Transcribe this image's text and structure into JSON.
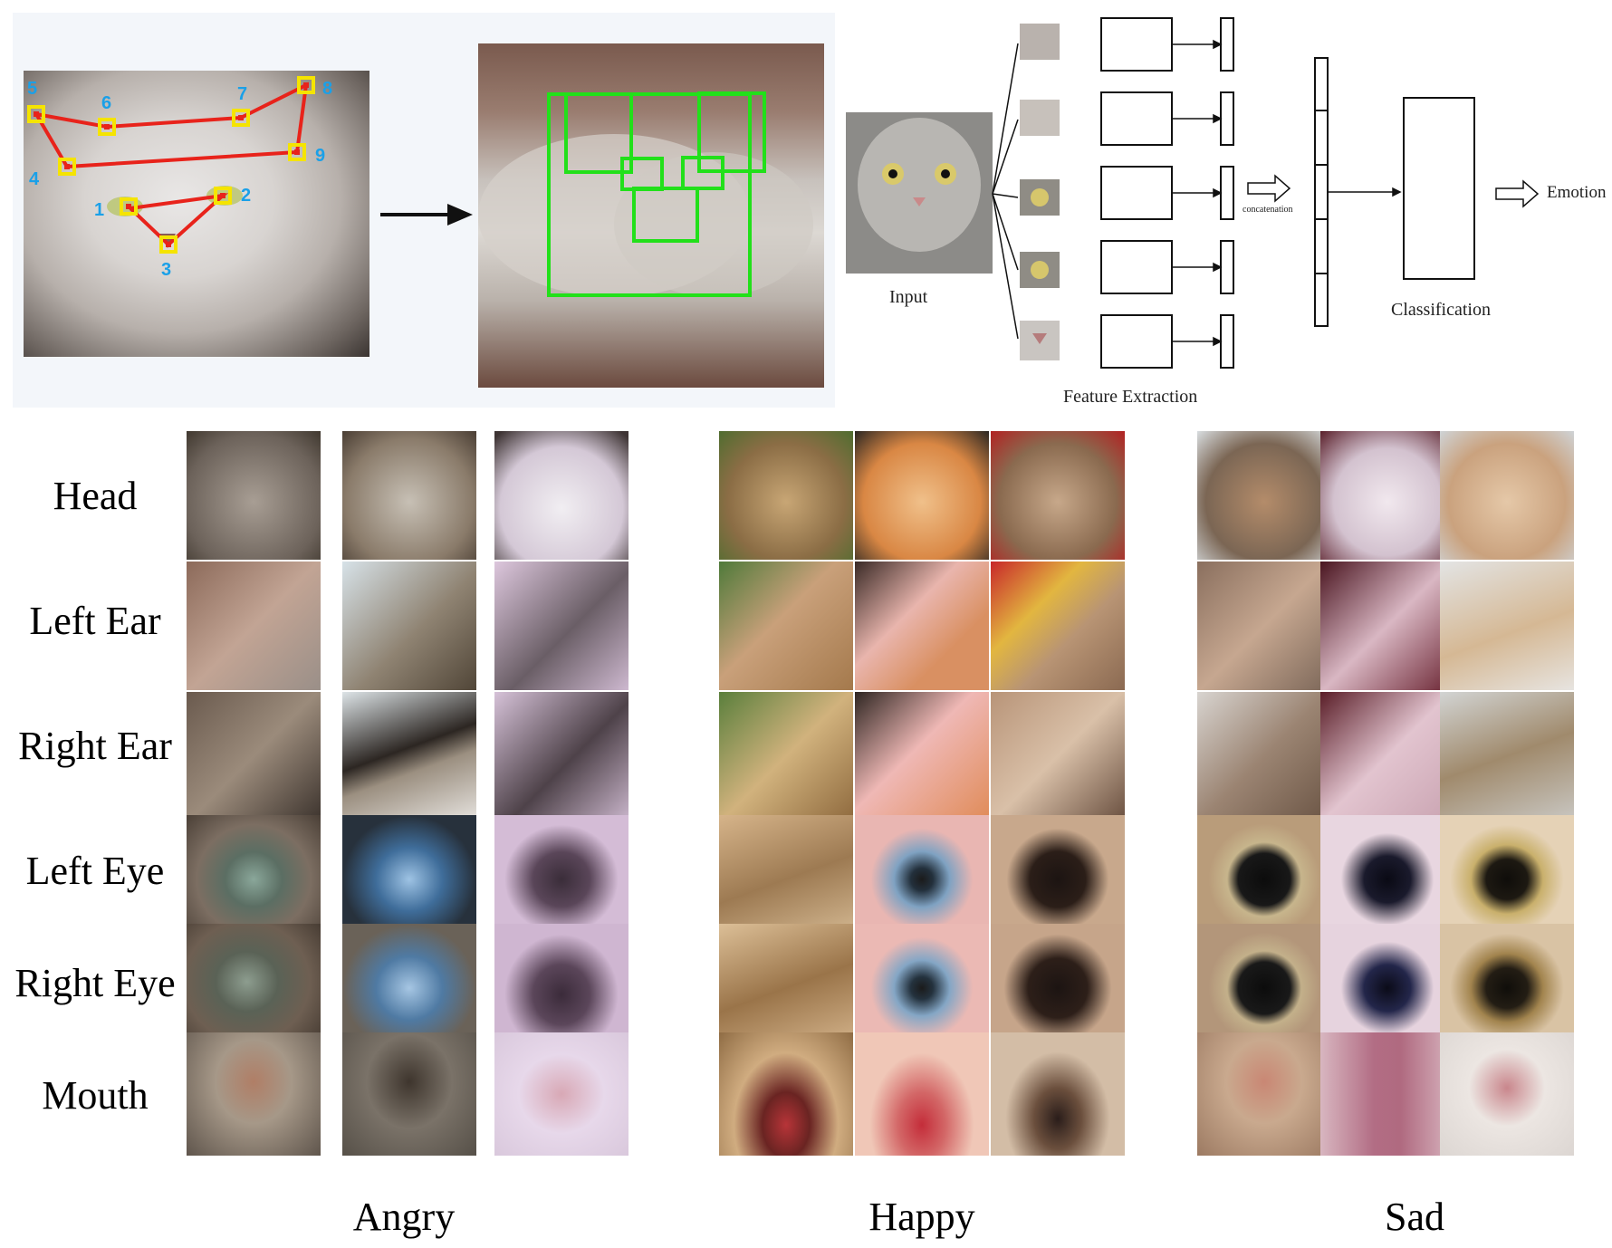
{
  "landmarks": [
    "1",
    "2",
    "3",
    "4",
    "5",
    "6",
    "7",
    "8",
    "9"
  ],
  "pipeline": {
    "input_label": "Input",
    "feature_label": "Feature Extraction",
    "concat_label": "concatenation",
    "classification_label": "Classification",
    "output_label": "Emotion"
  },
  "grid": {
    "rows": [
      "Head",
      "Left Ear",
      "Right Ear",
      "Left Eye",
      "Right Eye",
      "Mouth"
    ],
    "columns": [
      "Angry",
      "Happy",
      "Sad"
    ]
  },
  "colors": {
    "landmark_line": "#e8231b",
    "landmark_box": "#f5e400",
    "roi_box": "#22e01a",
    "landmark_text": "#1aa0e8"
  }
}
